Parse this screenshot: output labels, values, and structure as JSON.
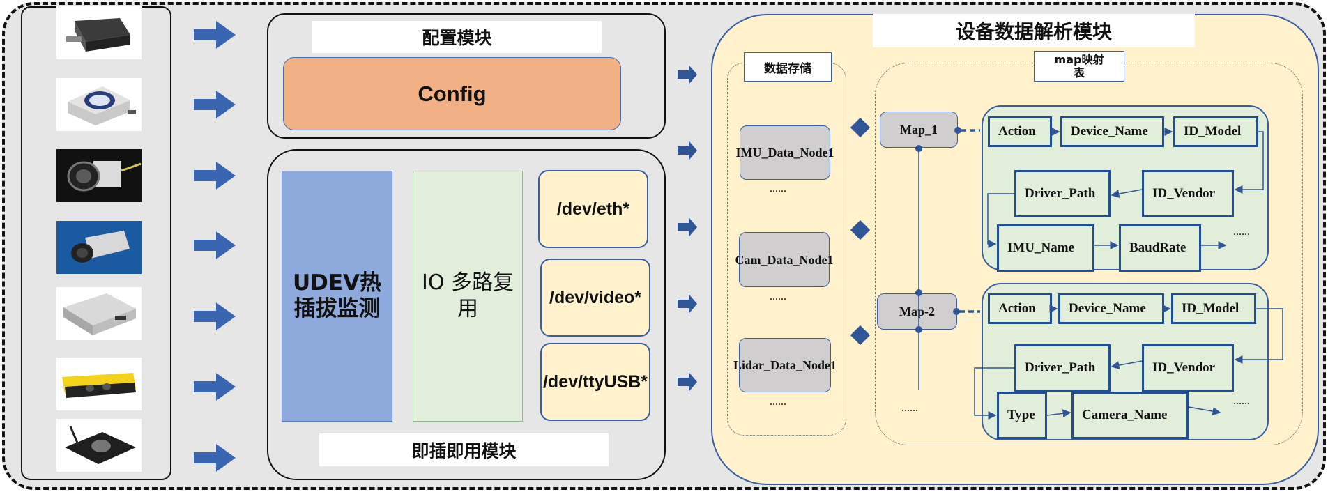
{
  "devices": [
    {
      "name": "device-box"
    },
    {
      "name": "imu-sensor"
    },
    {
      "name": "industrial-camera"
    },
    {
      "name": "blue-camera"
    },
    {
      "name": "silver-module"
    },
    {
      "name": "yellow-depth-camera"
    },
    {
      "name": "lidar-board"
    }
  ],
  "config_module": {
    "title": "配置模块",
    "config_label": "Config"
  },
  "plug_module": {
    "title": "即插即用模块",
    "udev_label": "UDEV热插拔监测",
    "io_label": "IO 多路复用",
    "paths": [
      "/dev/eth*",
      "/dev/video*",
      "/dev/ttyUSB*"
    ]
  },
  "parse_module": {
    "title": "设备数据解析模块",
    "storage_label": "数据存储",
    "nodes": [
      "IMU_Data_Node1",
      "Cam_Data_Node1",
      "Lidar_Data_Node1"
    ],
    "ellipsis": "......",
    "map_label": "map映射表",
    "maps": [
      "Map_1",
      "Map-2"
    ],
    "map1_fields": [
      "Action",
      "Device_Name",
      "ID_Model",
      "Driver_Path",
      "ID_Vendor",
      "IMU_Name",
      "BaudRate"
    ],
    "map2_fields": [
      "Action",
      "Device_Name",
      "ID_Model",
      "Driver_Path",
      "ID_Vendor",
      "Type",
      "Camera_Name"
    ]
  },
  "colors": {
    "arrow": "#3a65b0",
    "config_fill": "#f2b184",
    "udev_fill": "#8eaadc",
    "io_fill": "#e1eed9",
    "path_fill": "#fff2cc",
    "parse_fill": "#fff2cc",
    "node_fill": "#d0cece",
    "line": "#2f5597"
  }
}
